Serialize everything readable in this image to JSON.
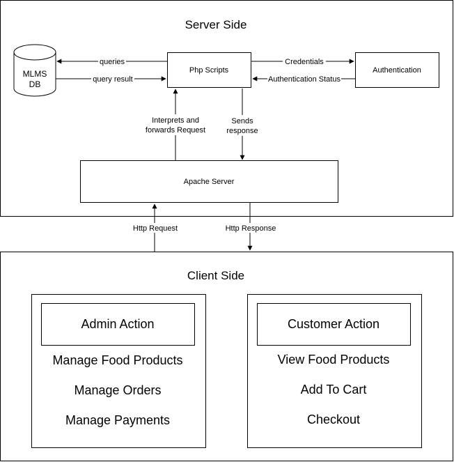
{
  "server": {
    "title": "Server Side",
    "db": {
      "line1": "MLMS",
      "line2": "DB"
    },
    "php": "Php Scripts",
    "auth": "Authentication",
    "apache": "Apache Server",
    "edges": {
      "queries": "queries",
      "query_result": "query result",
      "credentials": "Credentials",
      "auth_status": "Authentication Status",
      "interprets_1": "Interprets and",
      "interprets_2": "forwards Request",
      "sends_1": "Sends",
      "sends_2": "response"
    }
  },
  "transport": {
    "http_request": "Http Request",
    "http_response": "Http Response"
  },
  "client": {
    "title": "Client Side",
    "admin": {
      "header": "Admin Action",
      "items": [
        "Manage Food Products",
        "Manage Orders",
        "Manage Payments"
      ]
    },
    "customer": {
      "header": "Customer Action",
      "items": [
        "View Food Products",
        "Add To Cart",
        "Checkout"
      ]
    }
  }
}
